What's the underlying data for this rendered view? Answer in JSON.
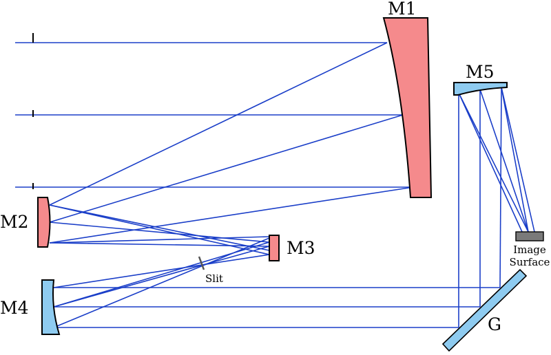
{
  "labels": {
    "m1": "M1",
    "m2": "M2",
    "m3": "M3",
    "m4": "M4",
    "m5": "M5",
    "grating": "G",
    "slit": "Slit",
    "image_surface_line1": "Image",
    "image_surface_line2": "Surface"
  },
  "colors": {
    "ray": "#1a3ec8",
    "mirror_red": "#f58a8c",
    "mirror_blue": "#8ecbf0",
    "detector": "#7a7a7a",
    "outline": "#000000"
  }
}
